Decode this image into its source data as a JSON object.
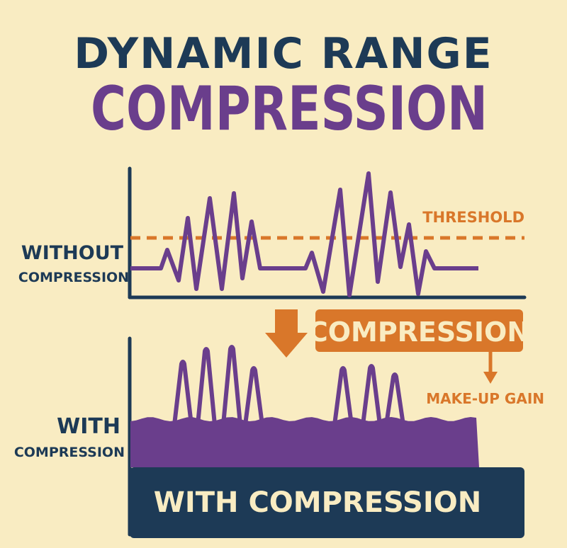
{
  "title": {
    "line1": "DYNAMIC RANGE",
    "line2": "COMPRESSION"
  },
  "top_panel": {
    "label_line1": "WITHOUT",
    "label_line2": "COMPRESSION",
    "threshold_label": "THRESHOLD"
  },
  "process": {
    "box_label": "COMPRESSION",
    "makeup_label": "MAKE-UP GAIN"
  },
  "bottom_panel": {
    "label_line1": "WITH",
    "label_line2": "COMPRESSION",
    "banner": "WITH COMPRESSION"
  },
  "colors": {
    "background": "#f9ecc2",
    "navy": "#1d3a56",
    "purple": "#6a3e8c",
    "orange": "#d9772a",
    "cream": "#f9ecc2"
  }
}
